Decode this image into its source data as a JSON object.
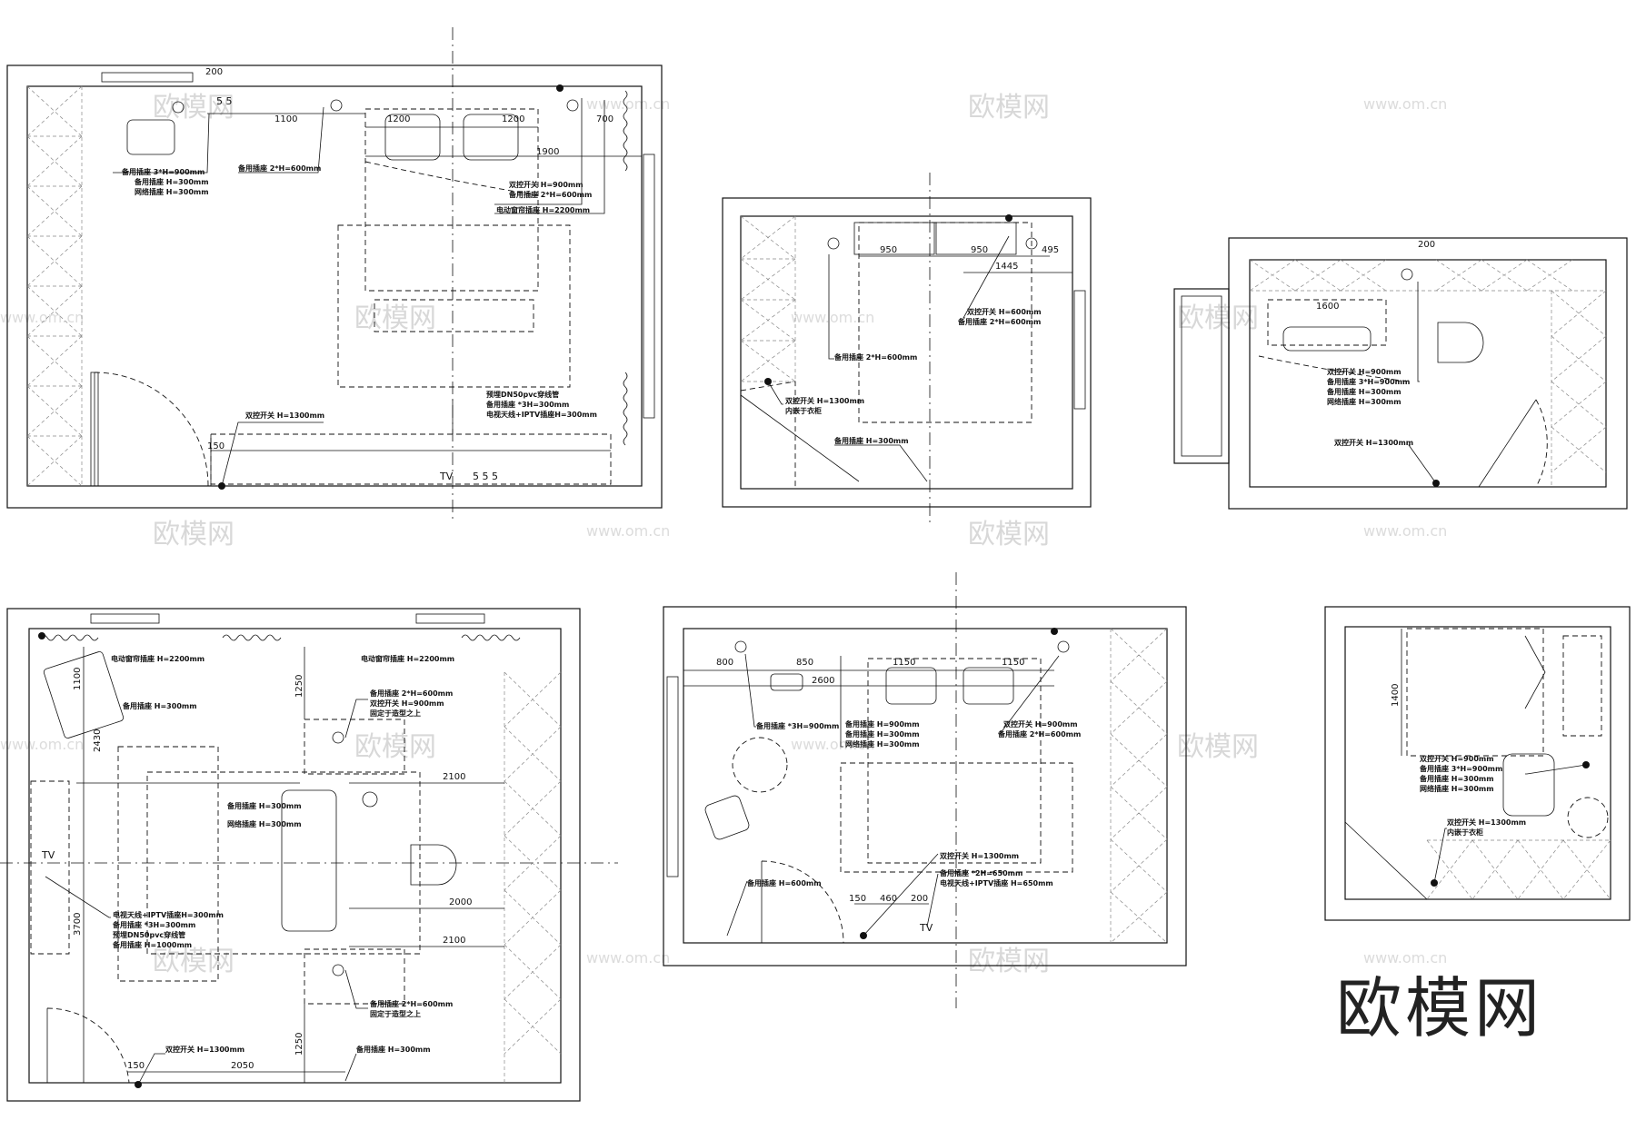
{
  "watermark": {
    "cn": "欧模网",
    "url": "www.om.cn"
  },
  "logo": "欧模网",
  "plans": [
    {
      "id": "plan-1",
      "labels": [
        "备用插座 3*H=900mm",
        "备用插座 H=300mm",
        "网络插座 H=300mm",
        "备用插座 2*H=600mm",
        "双控开关 H=900mm",
        "备用插座 2*H=600mm",
        "电动窗帘插座 H=2200mm",
        "预埋DN50pvc穿线管",
        "备用插座 *3H=300mm",
        "电视天线+IPTV插座H=300mm",
        "双控开关 H=1300mm"
      ],
      "dims": [
        "200",
        "1100",
        "1200",
        "1200",
        "700",
        "1900",
        "150"
      ],
      "symbols": [
        "TV",
        "5 5",
        "5 5 5"
      ]
    },
    {
      "id": "plan-2",
      "labels": [
        "双控开关 H=600mm",
        "备用插座 2*H=600mm",
        "备用插座 2*H=600mm",
        "双控开关 H=1300mm",
        "内嵌于衣柜",
        "备用插座 H=300mm"
      ],
      "dims": [
        "950",
        "950",
        "495",
        "1445"
      ]
    },
    {
      "id": "plan-3",
      "labels": [
        "双控开关 H=900mm",
        "备用插座 3*H=900mm",
        "备用插座 H=300mm",
        "网络插座 H=300mm",
        "双控开关 H=1300mm"
      ],
      "dims": [
        "200",
        "1600"
      ]
    },
    {
      "id": "plan-4",
      "labels": [
        "电动窗帘插座 H=2200mm",
        "电动窗帘插座 H=2200mm",
        "备用插座 H=300mm",
        "备用插座 2*H=600mm",
        "双控开关 H=900mm",
        "固定于造型之上",
        "备用插座 H=300mm",
        "网络插座 H=300mm",
        "电视天线+IPTV插座H=300mm",
        "备用插座 *3H=300mm",
        "预埋DN50pvc穿线管",
        "备用插座 H=1000mm",
        "备用插座 2*H=600mm",
        "固定于造型之上",
        "双控开关 H=1300mm",
        "备用插座 H=300mm"
      ],
      "dims": [
        "1100",
        "2430",
        "1250",
        "2100",
        "2000",
        "2100",
        "3700",
        "1250",
        "150",
        "2050"
      ],
      "symbols": [
        "TV"
      ]
    },
    {
      "id": "plan-5",
      "labels": [
        "备用插座 *3H=900mm",
        "备用插座 H=900mm",
        "备用插座 H=300mm",
        "网络插座 H=300mm",
        "双控开关 H=900mm",
        "备用插座 2*H=600mm",
        "备用插座 H=600mm",
        "双控开关 H=1300mm",
        "备用插座 *2H=650mm",
        "电视天线+IPTV插座 H=650mm"
      ],
      "dims": [
        "800",
        "850",
        "1150",
        "1150",
        "2600",
        "150",
        "460",
        "200"
      ],
      "symbols": [
        "TV"
      ]
    },
    {
      "id": "plan-6",
      "labels": [
        "双控开关 H=900mm",
        "备用插座 3*H=900mm",
        "备用插座 H=300mm",
        "网络插座 H=300mm",
        "双控开关 H=1300mm",
        "内嵌于衣柜"
      ],
      "dims": [
        "1400"
      ]
    }
  ]
}
